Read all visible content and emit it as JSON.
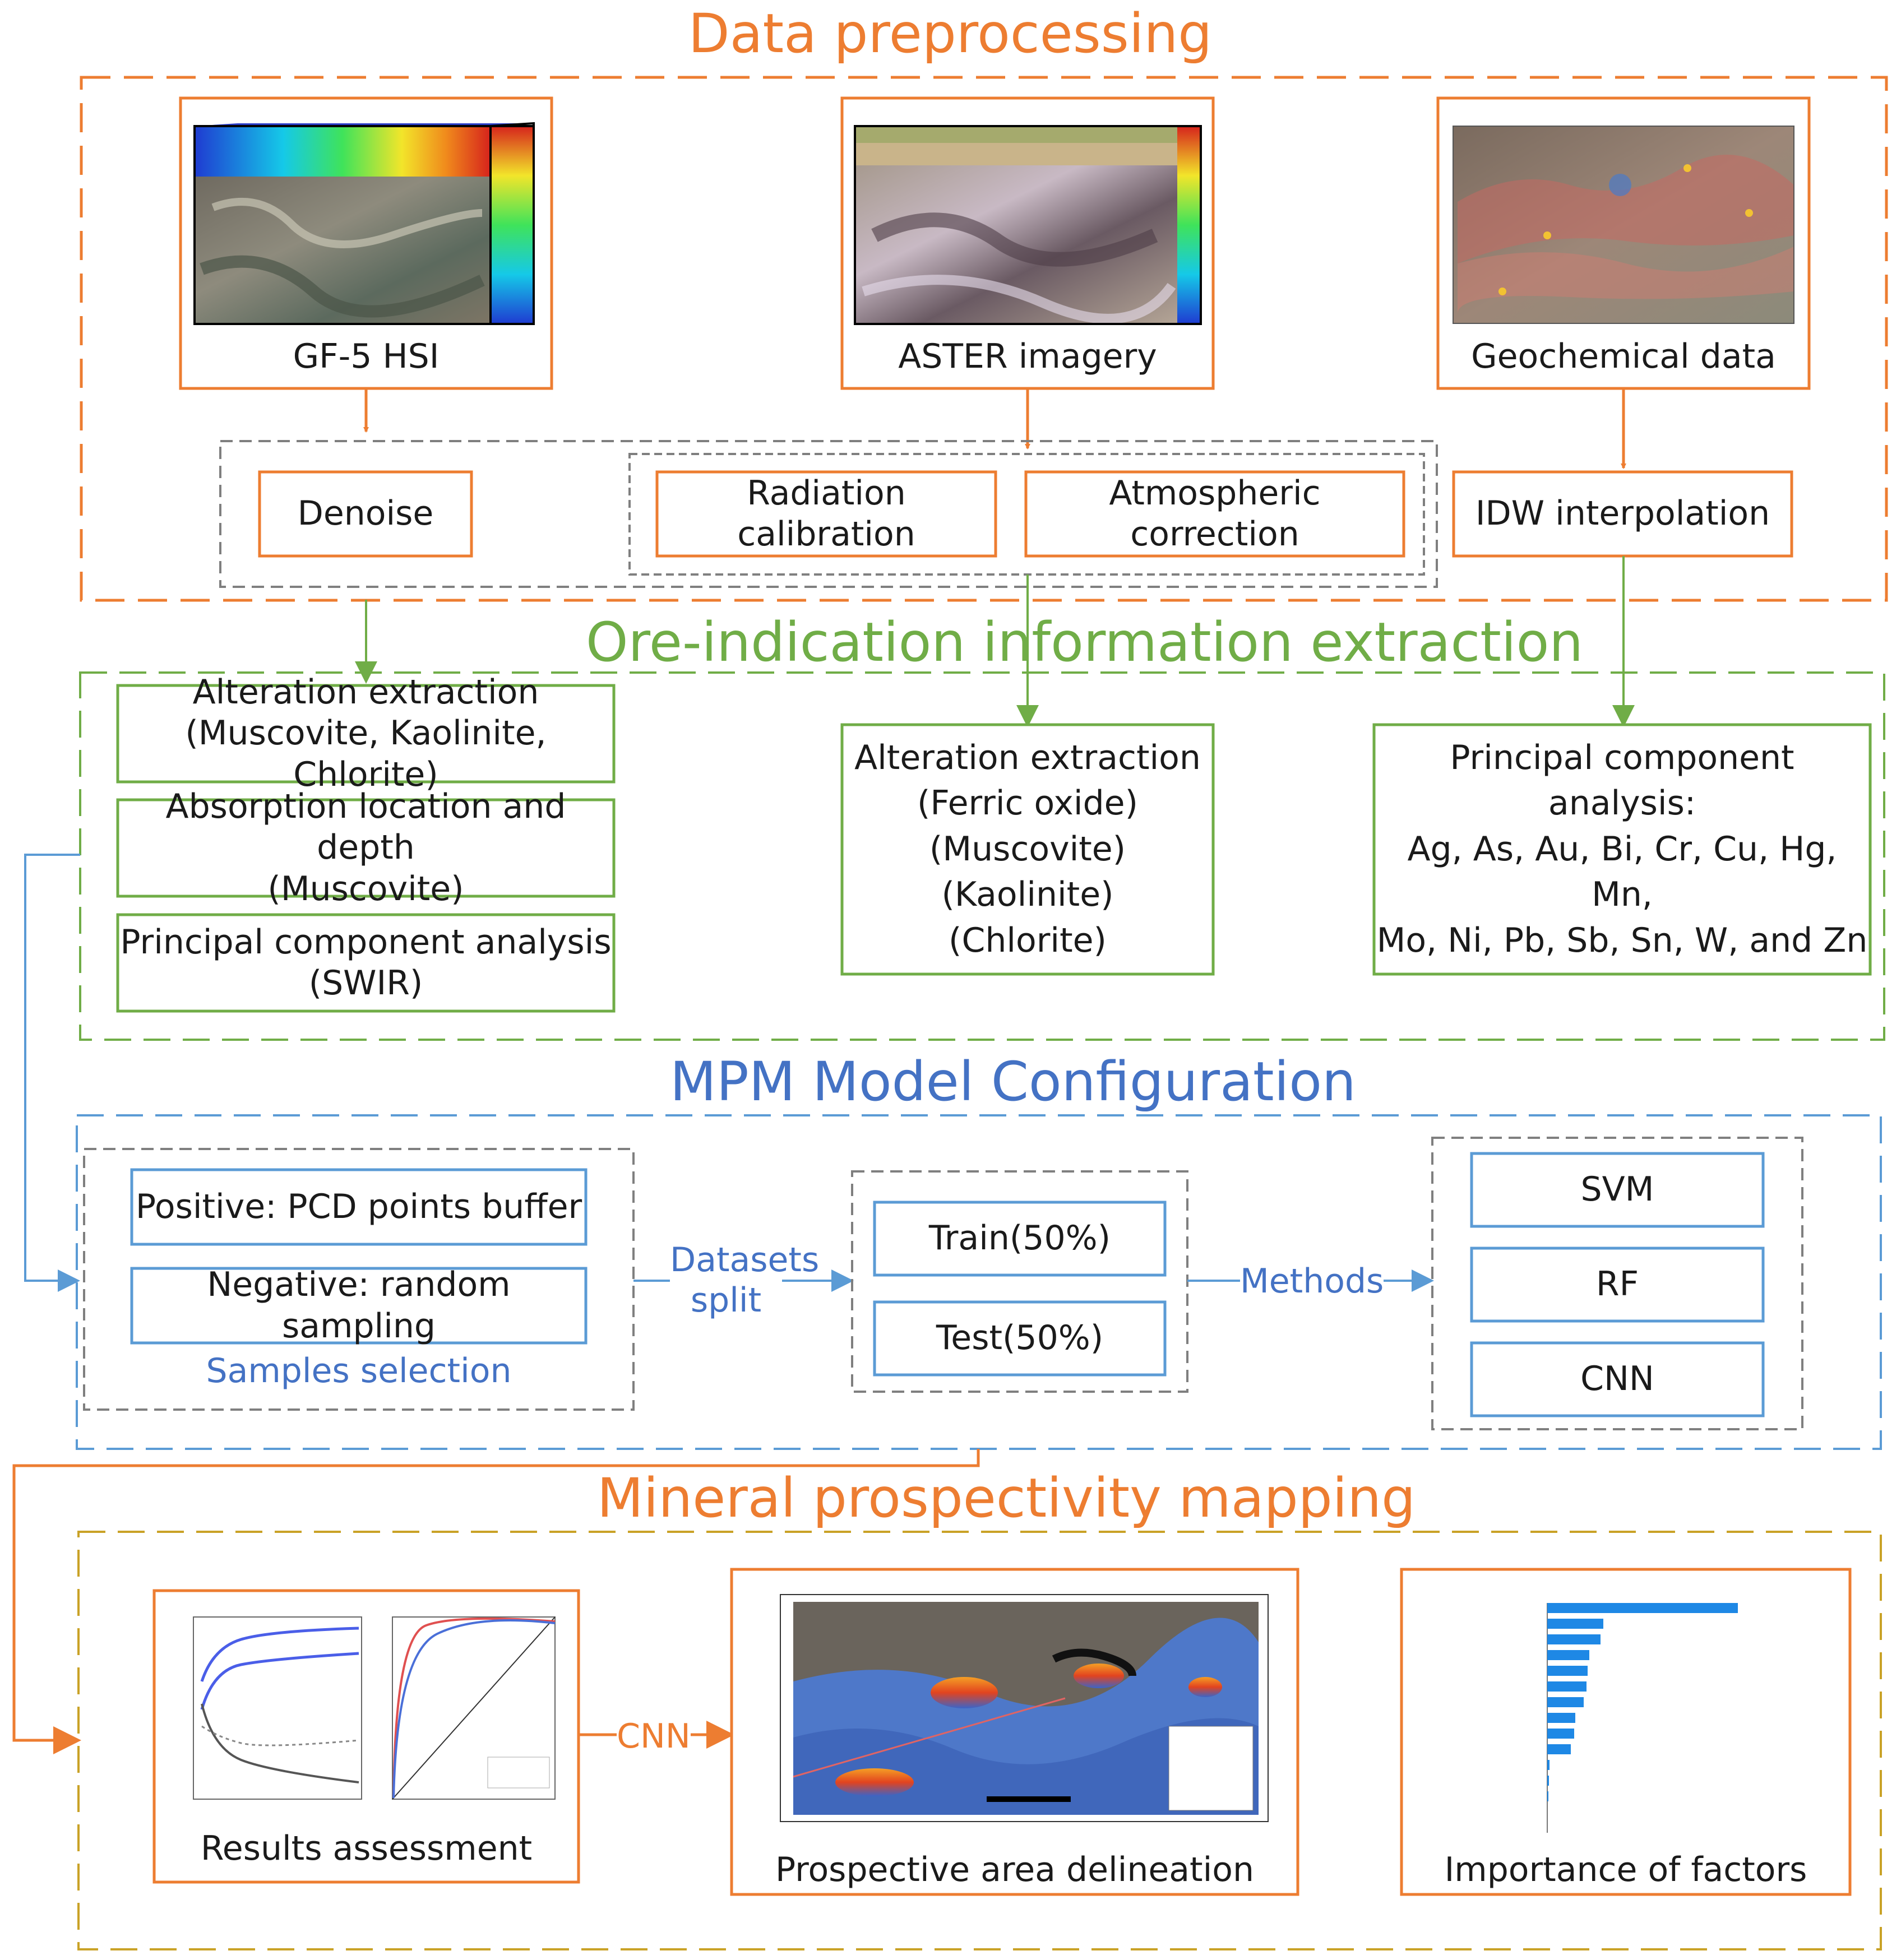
{
  "colors": {
    "orange": "#ed7d31",
    "green": "#70ad47",
    "blue": "#5b9bd5",
    "blue_text": "#4472c4",
    "gold": "#c9a227",
    "gray": "#7f7f7f"
  },
  "sections": {
    "data_preprocessing": {
      "title": "Data preprocessing",
      "inputs": [
        {
          "label": "GF-5 HSI",
          "image": "hyperspectral-cube"
        },
        {
          "label": "ASTER imagery",
          "image": "multispectral-cube"
        },
        {
          "label": "Geochemical data",
          "image": "geochemical-map"
        }
      ],
      "steps": {
        "denoise": "Denoise",
        "radiation": "Radiation calibration",
        "atmospheric": "Atmospheric correction",
        "idw": "IDW interpolation"
      }
    },
    "ore_extraction": {
      "title": "Ore-indication information extraction",
      "gf5_boxes": [
        {
          "line1": "Alteration extraction",
          "line2": "(Muscovite, Kaolinite, Chlorite)"
        },
        {
          "line1": "Absorption location and depth",
          "line2": "(Muscovite)"
        },
        {
          "line1": "Principal component analysis",
          "line2": "(SWIR)"
        }
      ],
      "aster_box": [
        "Alteration extraction",
        "(Ferric oxide)",
        "(Muscovite)",
        "(Kaolinite)",
        "(Chlorite)"
      ],
      "geo_box": [
        "Principal component analysis:",
        "Ag, As, Au, Bi, Cr, Cu, Hg, Mn,",
        "Mo, Ni, Pb, Sb, Sn, W, and Zn"
      ]
    },
    "mpm_config": {
      "title": "MPM Model Configuration",
      "positive": "Positive: PCD points buffer",
      "negative": "Negative: random sampling",
      "samples_selection": "Samples selection",
      "datasets_split_1": "Datasets",
      "datasets_split_2": "split",
      "train": "Train(50%)",
      "test": "Test(50%)",
      "methods_label": "Methods",
      "methods": [
        "SVM",
        "RF",
        "CNN"
      ]
    },
    "mineral_mapping": {
      "title": "Mineral prospectivity mapping",
      "results": "Results assessment",
      "cnn_label": "CNN",
      "prospective": "Prospective area delineation",
      "importance": "Importance of factors"
    }
  }
}
